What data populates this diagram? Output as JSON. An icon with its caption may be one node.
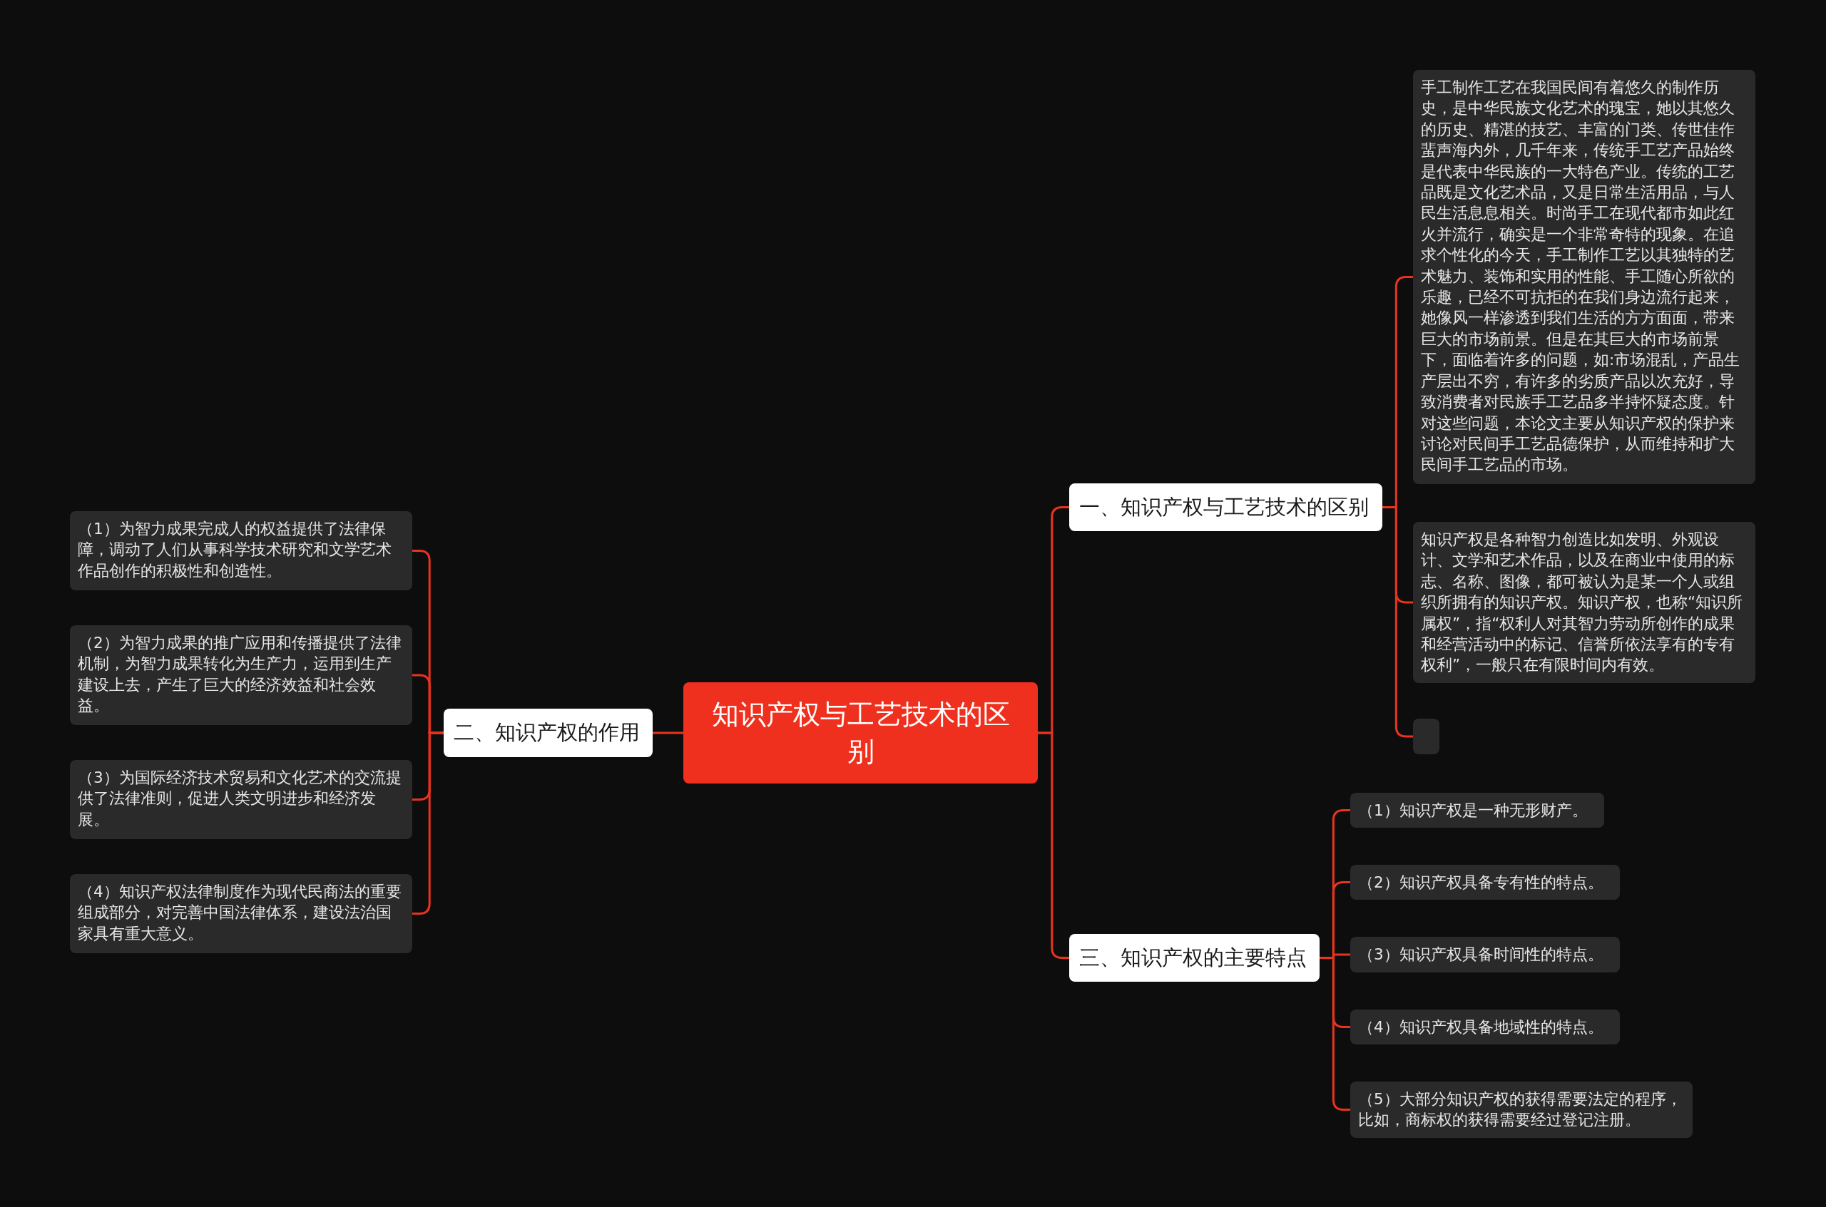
{
  "diagram": {
    "nodes": [
      {
        "text": [
          "知识产权与工艺技术的区别"
        ]
      },
      {
        "text": [
          "一、知识产权与工艺技术的区别"
        ]
      },
      {
        "text": [
          "手工制作工艺在我国民间有着悠久的制作历史，是中华民族文化艺术的瑰宝，她以其悠久的历史、精湛的技艺、丰富的门类、传世佳作蜚声海内外，几千年来，传统手工艺产品始终是代表中华民族的一大特色产业。传统的工艺品既是文化艺术品，又是日常生活用品，与人民生活息息相关。时尚手工在现代都市如此红火并流行，确实是一个非常奇特的现象。在追求个性化的今天，手工制作工艺以其独特的艺术魅力、装饰和实用的性能、手工随心所欲的乐趣，已经不可抗拒的在我们身边流行起来，她像风一样渗透到我们生活的方方面面，带来巨大的市场前景。但是在其巨大的市场前景下，面临着许多的问题，如:市场混乱，产品生产层出不穷，有许多的劣质产品以次充好，导致消费者对民族手工艺品多半持怀疑态度。针对这些问题，本论文主要从知识产权的保护来讨论对民间手工艺品德保护，从而维持和扩大民间手工艺品的市场。"
        ]
      },
      {
        "text": [
          "知识产权是各种智力创造比如发明、外观设计、文学和艺术作品，以及在商业中使用的标志、名称、图像，都可被认为是某一个人或组织所拥有的知识产权。知识产权，也称“知识所属权”，指“权利人对其智力劳动所创作的成果和经营活动中的标记、信誉所依法享有的专有权利”，一般只在有限时间内有效。"
        ]
      },
      {
        "text": [],
        "shape": "box"
      },
      {
        "text": [
          "二、知识产权的作用"
        ]
      },
      {
        "text": [
          "（1）为智力成果完成人的权益提供了法律保障，调动了人们从事科学技术研究和文学艺术作品创作的积极性和创造性。"
        ]
      },
      {
        "text": [
          "（2）为智力成果的推广应用和传播提供了法律机制，为智力成果转化为生产力，运用到生产建设上去，产生了巨大的经济效益和社会效益。"
        ]
      },
      {
        "text": [
          "（3）为国际经济技术贸易和文化艺术的交流提供了法律准则，促进人类文明进步和经济发展。"
        ]
      },
      {
        "text": [
          "（4）知识产权法律制度作为现代民商法的重要组成部分，对完善中国法律体系，建设法治国家具有重大意义。"
        ]
      },
      {
        "text": [
          "三、知识产权的主要特点"
        ]
      },
      {
        "text": [
          "（1）知识产权是一种无形财产。"
        ]
      },
      {
        "text": [
          "（2）知识产权具备专有性的特点。"
        ]
      },
      {
        "text": [
          "（3）知识产权具备时间性的特点。"
        ]
      },
      {
        "text": [
          "（4）知识产权具备地域性的特点。"
        ]
      },
      {
        "text": [
          "（5）大部分知识产权的获得需要法定的程序，比如，商标权的获得需要经过登记注册。"
        ]
      }
    ],
    "edges": [
      {
        "from": 0,
        "to": 1,
        "arrow": "none"
      },
      {
        "from": 1,
        "to": 2,
        "arrow": "none"
      },
      {
        "from": 1,
        "to": 3,
        "arrow": "none"
      },
      {
        "from": 1,
        "to": 4,
        "arrow": "none"
      },
      {
        "from": 0,
        "to": 5,
        "arrow": "none"
      },
      {
        "from": 5,
        "to": 6,
        "arrow": "none"
      },
      {
        "from": 5,
        "to": 7,
        "arrow": "none"
      },
      {
        "from": 5,
        "to": 8,
        "arrow": "none"
      },
      {
        "from": 5,
        "to": 9,
        "arrow": "none"
      },
      {
        "from": 0,
        "to": 10,
        "arrow": "none"
      },
      {
        "from": 10,
        "to": 11,
        "arrow": "none"
      },
      {
        "from": 10,
        "to": 12,
        "arrow": "none"
      },
      {
        "from": 10,
        "to": 13,
        "arrow": "none"
      },
      {
        "from": 10,
        "to": 14,
        "arrow": "none"
      },
      {
        "from": 10,
        "to": 15,
        "arrow": "none"
      }
    ]
  }
}
